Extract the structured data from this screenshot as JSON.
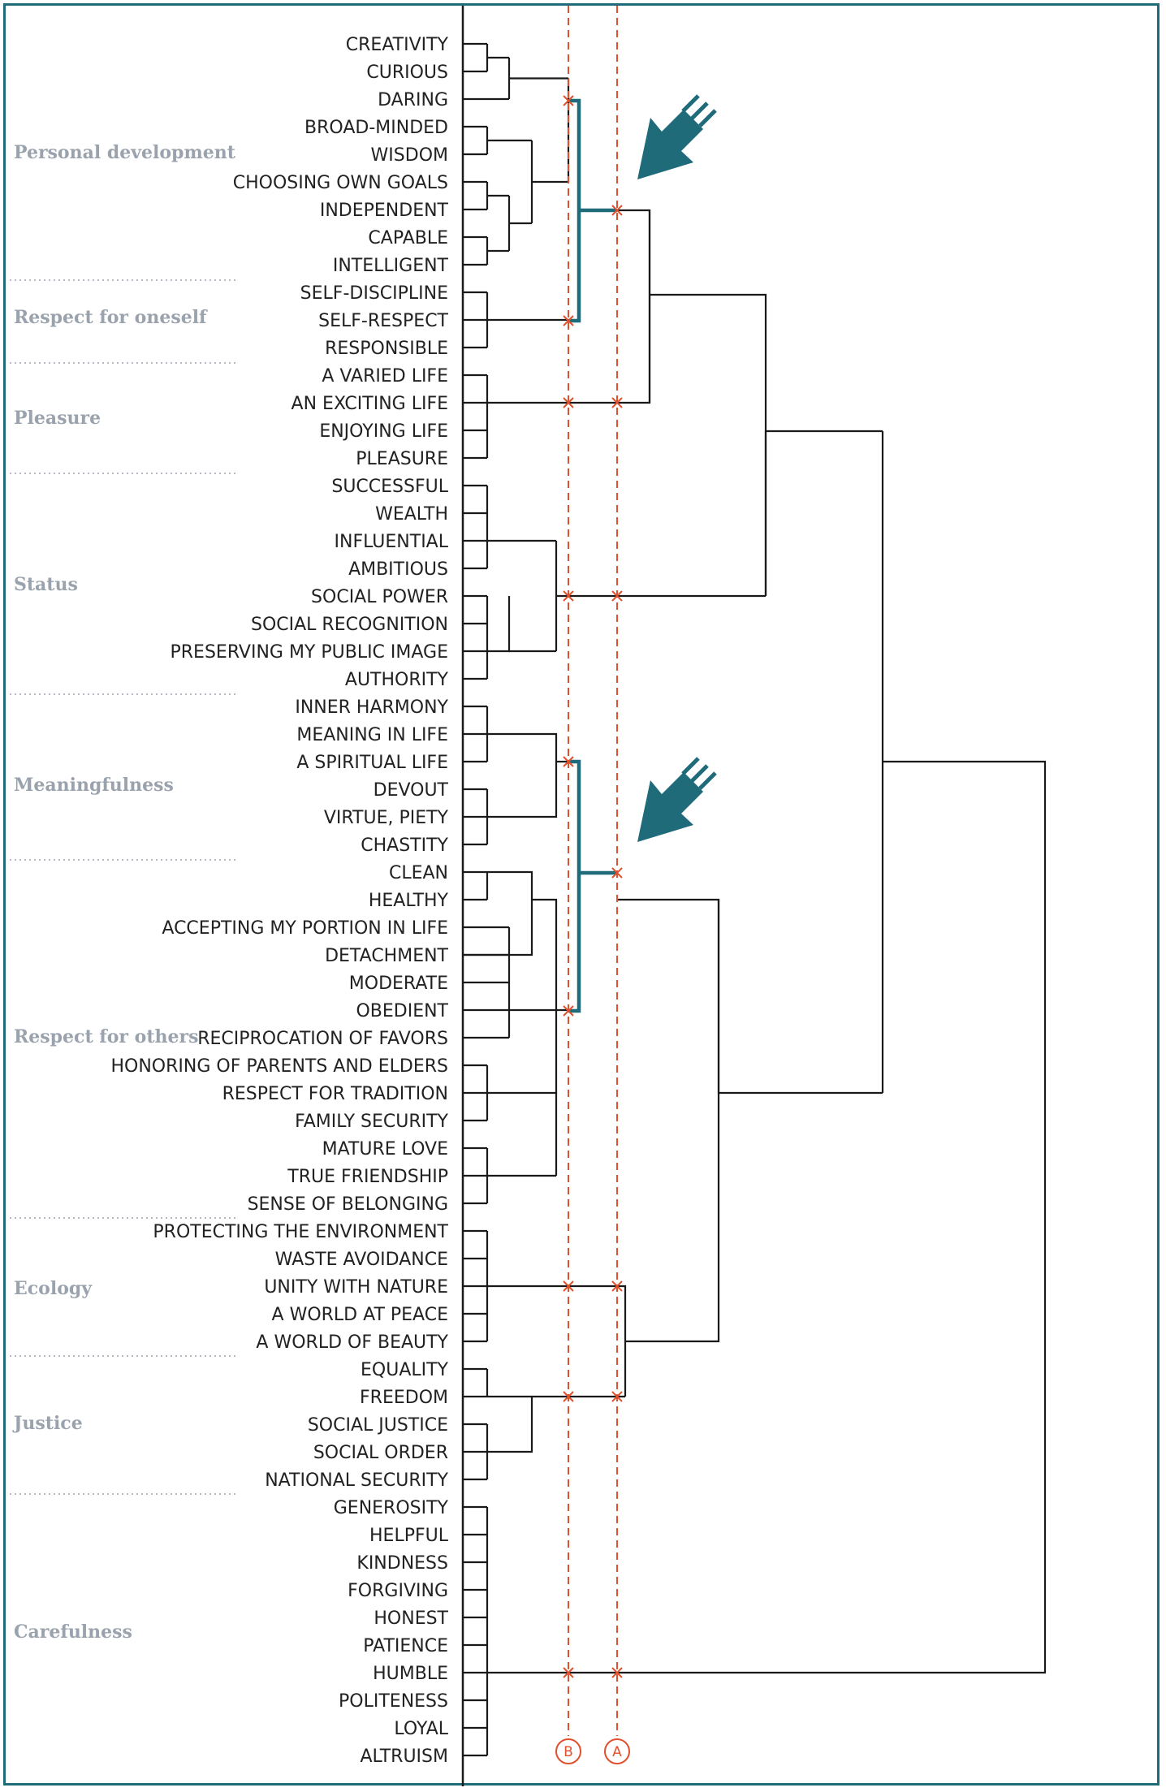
{
  "leaves": [
    "CREATIVITY",
    "CURIOUS",
    "DARING",
    "BROAD-MINDED",
    "WISDOM",
    "CHOOSING OWN GOALS",
    "INDEPENDENT",
    "CAPABLE",
    "INTELLIGENT",
    "SELF-DISCIPLINE",
    "SELF-RESPECT",
    "RESPONSIBLE",
    "A VARIED LIFE",
    "AN EXCITING LIFE",
    "ENJOYING LIFE",
    "PLEASURE",
    "SUCCESSFUL",
    "WEALTH",
    "INFLUENTIAL",
    "AMBITIOUS",
    "SOCIAL POWER",
    "SOCIAL RECOGNITION",
    "PRESERVING MY PUBLIC IMAGE",
    "AUTHORITY",
    "INNER HARMONY",
    "MEANING IN LIFE",
    "A SPIRITUAL LIFE",
    "DEVOUT",
    "VIRTUE, PIETY",
    "CHASTITY",
    "CLEAN",
    "HEALTHY",
    "ACCEPTING MY PORTION IN LIFE",
    "DETACHMENT",
    "MODERATE",
    "OBEDIENT",
    "RECIPROCATION OF FAVORS",
    "HONORING OF PARENTS AND ELDERS",
    "RESPECT FOR TRADITION",
    "FAMILY SECURITY",
    "MATURE LOVE",
    "TRUE FRIENDSHIP",
    "SENSE OF BELONGING",
    "PROTECTING THE ENVIRONMENT",
    "WASTE AVOIDANCE",
    "UNITY WITH NATURE",
    "A WORLD AT PEACE",
    "A WORLD OF BEAUTY",
    "EQUALITY",
    "FREEDOM",
    "SOCIAL JUSTICE",
    "SOCIAL ORDER",
    "NATIONAL SECURITY",
    "GENEROSITY",
    "HELPFUL",
    "KINDNESS",
    "FORGIVING",
    "HONEST",
    "PATIENCE",
    "HUMBLE",
    "POLITENESS",
    "LOYAL",
    "ALTRUISM"
  ],
  "groups": [
    {
      "label": "Personal development"
    },
    {
      "label": "Respect for oneself"
    },
    {
      "label": "Pleasure"
    },
    {
      "label": "Status"
    },
    {
      "label": "Meaningfulness"
    },
    {
      "label": "Respect for others"
    },
    {
      "label": "Ecology"
    },
    {
      "label": "Justice"
    },
    {
      "label": "Carefulness"
    }
  ],
  "cut_lines": [
    {
      "label": "B",
      "color": "#e0502d"
    },
    {
      "label": "A",
      "color": "#e0502d"
    }
  ],
  "colors": {
    "frame": "#1f6b7a",
    "tree": "#1a1a1a",
    "highlight": "#1f6b7a",
    "cut": "#e0502d",
    "group_label": "#9aa3ad",
    "arrow": "#1f6b7a"
  },
  "icons": [
    "arrow-down-left-icon"
  ]
}
